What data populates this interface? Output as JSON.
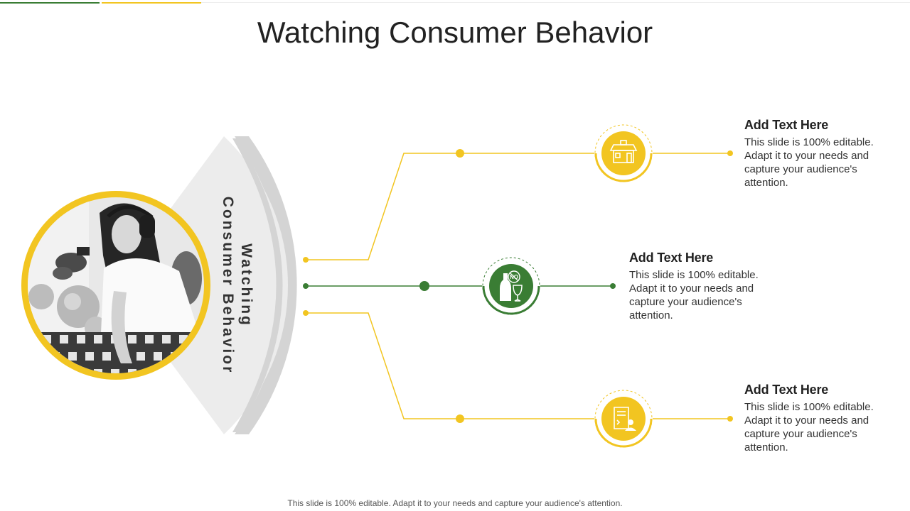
{
  "title": "Watching Consumer Behavior",
  "arc_label": "Watching Consumer Behavior",
  "colors": {
    "green": "#3a7d34",
    "yellow": "#f2c521",
    "arc_light": "#ececec",
    "arc_dark": "#d4d4d4"
  },
  "photo": {
    "icon": "woman-with-headphones-photo"
  },
  "items": [
    {
      "icon": "store-building-icon",
      "heading": "Add Text Here",
      "body": "This slide is 100% editable. Adapt it to your needs and capture your audience's attention."
    },
    {
      "icon": "no-alcohol-icon",
      "icon_badge": "NO",
      "heading": "Add Text Here",
      "body": "This slide is 100% editable. Adapt it to your needs and capture your audience's attention."
    },
    {
      "icon": "document-user-icon",
      "heading": "Add Text Here",
      "body": "This slide is 100% editable. Adapt it to your needs and capture your audience's attention."
    }
  ],
  "footer": "This slide is 100% editable. Adapt it to your needs and capture your audience's attention."
}
